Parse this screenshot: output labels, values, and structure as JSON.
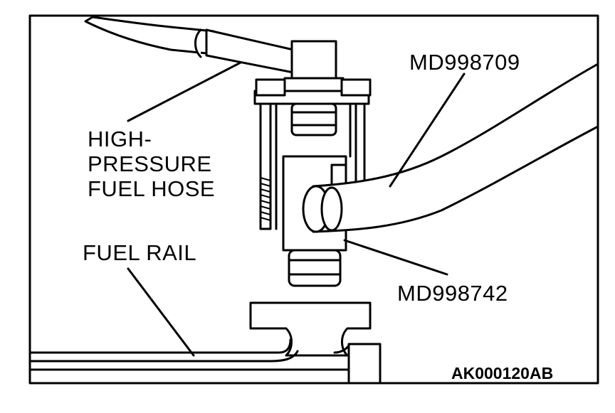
{
  "labels": {
    "high_pressure_hose": [
      "HIGH-",
      "PRESSURE",
      "FUEL HOSE"
    ],
    "fuel_rail": "FUEL RAIL",
    "tool_top": "MD998709",
    "tool_bottom": "MD998742",
    "figure_code": "AK000120AB"
  },
  "colors": {
    "ink": "#000000",
    "paper": "#ffffff"
  }
}
